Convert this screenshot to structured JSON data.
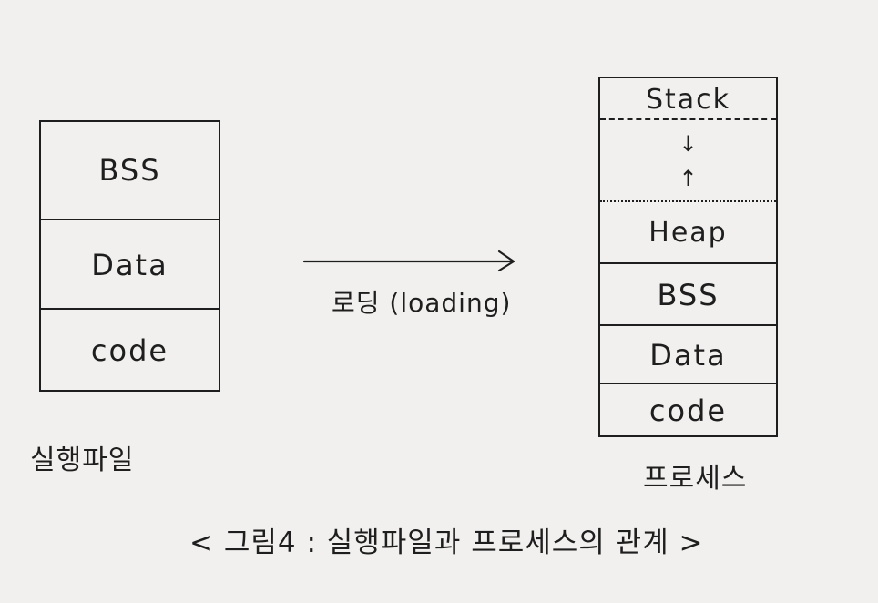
{
  "executable": {
    "segments": [
      "BSS",
      "Data",
      "code"
    ],
    "label": "실행파일"
  },
  "process": {
    "segments": [
      "Stack",
      "Heap",
      "BSS",
      "Data",
      "code"
    ],
    "label": "프로세스"
  },
  "loading_label": "로딩 (loading)",
  "caption": "< 그림4 : 실행파일과 프로세스의 관계 >",
  "glyphs": {
    "down": "↓",
    "up": "↑"
  }
}
